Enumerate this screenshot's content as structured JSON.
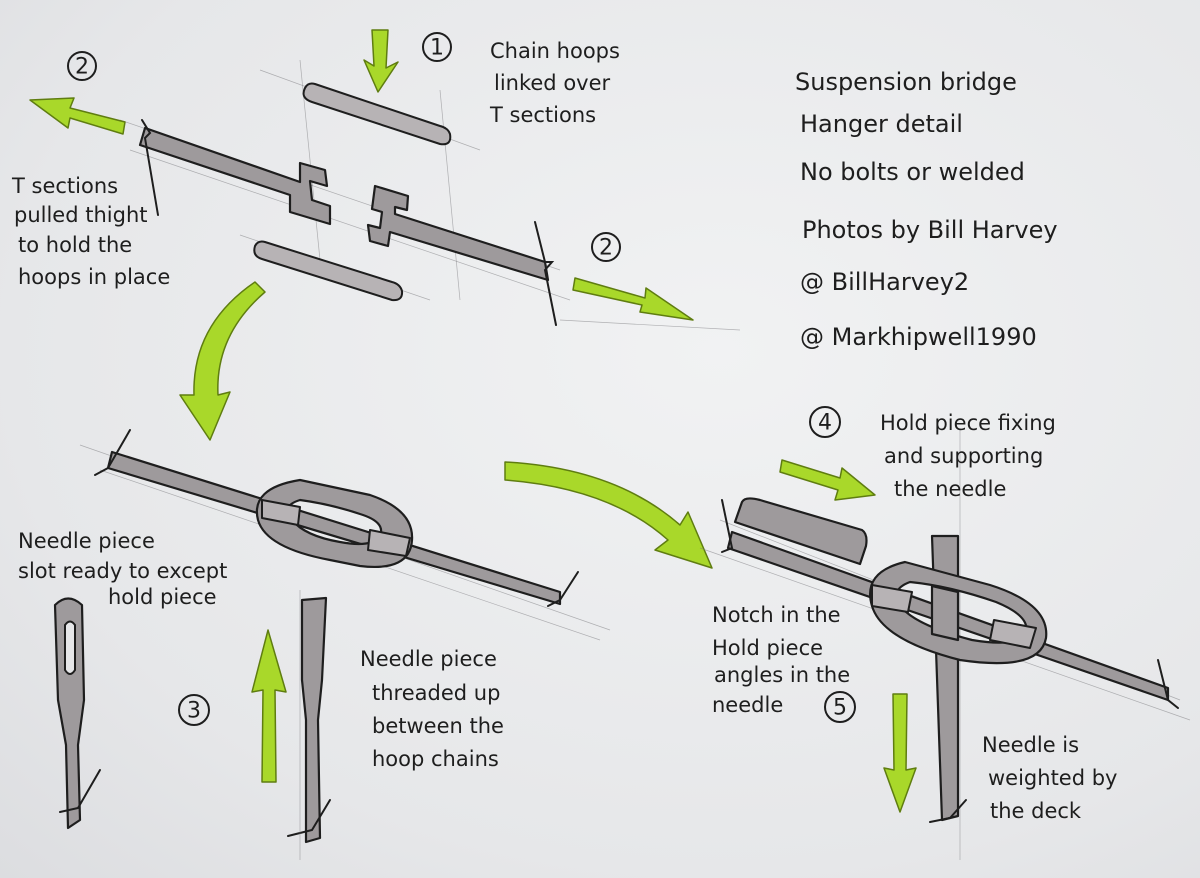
{
  "title_block": {
    "line1": "Suspension bridge",
    "line2": "Hanger detail",
    "line3": "No bolts or welded",
    "line4": "Photos by Bill Harvey",
    "line5": "@ BillHarvey2",
    "line6": "@ Markhipwell1990"
  },
  "steps": {
    "s1": {
      "number": "1",
      "note": [
        "Chain hoops",
        "linked over",
        "T sections"
      ]
    },
    "s2a": {
      "number": "2"
    },
    "s2b": {
      "number": "2"
    },
    "s2_note": [
      "T sections",
      "pulled thight",
      "to hold the",
      "hoops in place"
    ],
    "s3": {
      "number": "3",
      "note": [
        "Needle piece",
        "threaded up",
        "between the",
        "hoop chains"
      ]
    },
    "s3_slot_note": [
      "Needle piece",
      "slot ready to except",
      "hold piece"
    ],
    "s4": {
      "number": "4",
      "note": [
        "Hold piece fixing",
        "and supporting",
        "the needle"
      ]
    },
    "s5": {
      "number": "5",
      "note": [
        "Needle is",
        "weighted by",
        "the deck"
      ]
    },
    "notch_note": [
      "Notch in the",
      "Hold piece",
      "angles in the",
      "needle"
    ]
  },
  "colors": {
    "accent_green": "#a9d82a",
    "metal_grey": "#9e9a9c",
    "ink": "#1e1e1e"
  }
}
